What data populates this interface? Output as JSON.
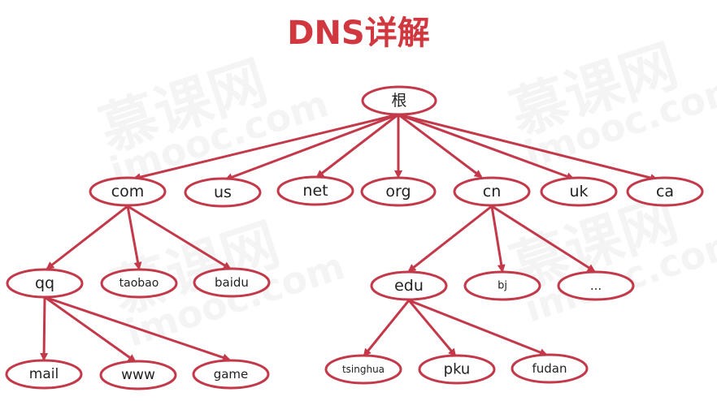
{
  "title": "DNS详解",
  "watermark": {
    "cn": "慕课网",
    "en": "imooc.com"
  },
  "colors": {
    "accent": "#d0373e",
    "node_stroke": "#c3394a"
  },
  "tree": {
    "root": "根",
    "tld": [
      "com",
      "us",
      "net",
      "org",
      "cn",
      "uk",
      "ca"
    ],
    "com_children": [
      "qq",
      "taobao",
      "baidu"
    ],
    "qq_children": [
      "mail",
      "www",
      "game"
    ],
    "cn_children": [
      "edu",
      "bj",
      "..."
    ],
    "edu_children": [
      "tsinghua",
      "pku",
      "fudan"
    ]
  }
}
